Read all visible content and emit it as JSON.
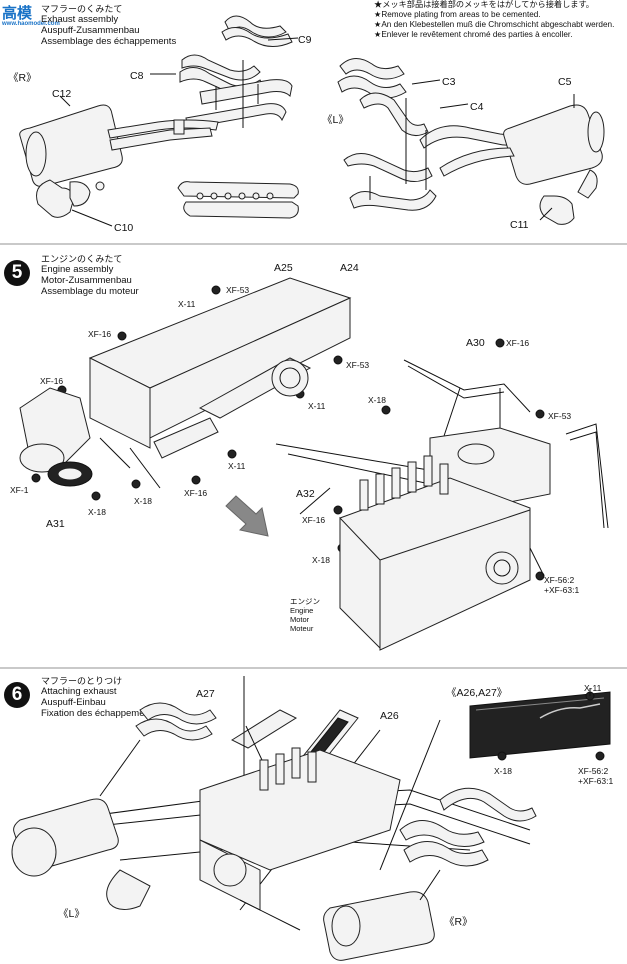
{
  "watermark": {
    "top": "高",
    "mid": "模",
    "sub": "www.haomodel.com"
  },
  "step4": {
    "title_ja": "マフラーのくみたて",
    "title_en": "Exhaust assembly",
    "title_de": "Auspuff-Zusammenbau",
    "title_fr": "Assemblage des échappements",
    "notes": [
      "★メッキ部品は接着部のメッキをはがしてから接着します。",
      "★Remove plating from areas to be cemented.",
      "★An den Klebestellen muß die Chromschicht abgeschabt werden.",
      "★Enlever le revêtement chromé des parties à encoller."
    ],
    "side_r": "《R》",
    "side_l": "《L》",
    "parts": {
      "c9": "C9",
      "c8": "C8",
      "c12": "C12",
      "c10": "C10",
      "c3": "C3",
      "c4": "C4",
      "c5": "C5",
      "c11": "C11"
    }
  },
  "step5": {
    "number": "5",
    "title_ja": "エンジンのくみたて",
    "title_en": "Engine assembly",
    "title_de": "Motor-Zusammenbau",
    "title_fr": "Assemblage du moteur",
    "parts": {
      "a25": "A25",
      "a24": "A24",
      "a30": "A30",
      "a32": "A32",
      "a31": "A31",
      "xf53a": "XF-53",
      "xf53b": "XF-53",
      "xf53c": "XF-53",
      "x11a": "X-11",
      "x11b": "X-11",
      "x11c": "X-11",
      "xf16a": "XF-16",
      "xf16b": "XF-16",
      "xf16c": "XF-16",
      "xf16d": "XF-16",
      "xf16e": "XF-16",
      "xf1": "XF-1",
      "x18a": "X-18",
      "x18b": "X-18",
      "x18c": "X-18",
      "x18d": "X-18",
      "xf56": "XF-56:2",
      "xf63": "+XF-63:1"
    },
    "engine_label": [
      "エンジン",
      "Engine",
      "Motor",
      "Moteur"
    ]
  },
  "step6": {
    "number": "6",
    "title_ja": "マフラーのとりつけ",
    "title_en": "Attaching exhaust",
    "title_de": "Auspuff-Einbau",
    "title_fr": "Fixation des échappements",
    "parts": {
      "a27": "A27",
      "a26": "A26",
      "x11": "X-11",
      "x18": "X-18",
      "xf56": "XF-56:2",
      "xf63": "+XF-63:1"
    },
    "inset_title": "《A26,A27》",
    "side_l": "《L》",
    "side_r": "《R》"
  }
}
